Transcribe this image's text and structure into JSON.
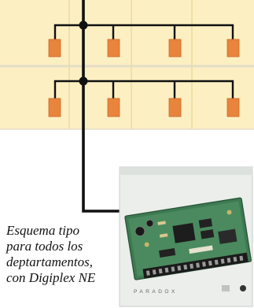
{
  "caption": {
    "lines": [
      "Esquema tipo",
      "para todos los",
      "deptartamentos,",
      "con Digiplex NE"
    ]
  },
  "panel": {
    "brand": "PARADOX"
  },
  "colors": {
    "floor_fill": "#fcefc2",
    "floor_border": "#e3ddc8",
    "grid_line": "#e9dca2",
    "wire": "#111111",
    "module": "#e8843c",
    "module_border": "#c96a2a",
    "enclosure": "#ebeeeb",
    "circuit_board": "#3d7a52"
  },
  "icons": {
    "junction": "junction-dot-icon",
    "module": "zone-module-icon",
    "board": "circuit-board-icon"
  }
}
